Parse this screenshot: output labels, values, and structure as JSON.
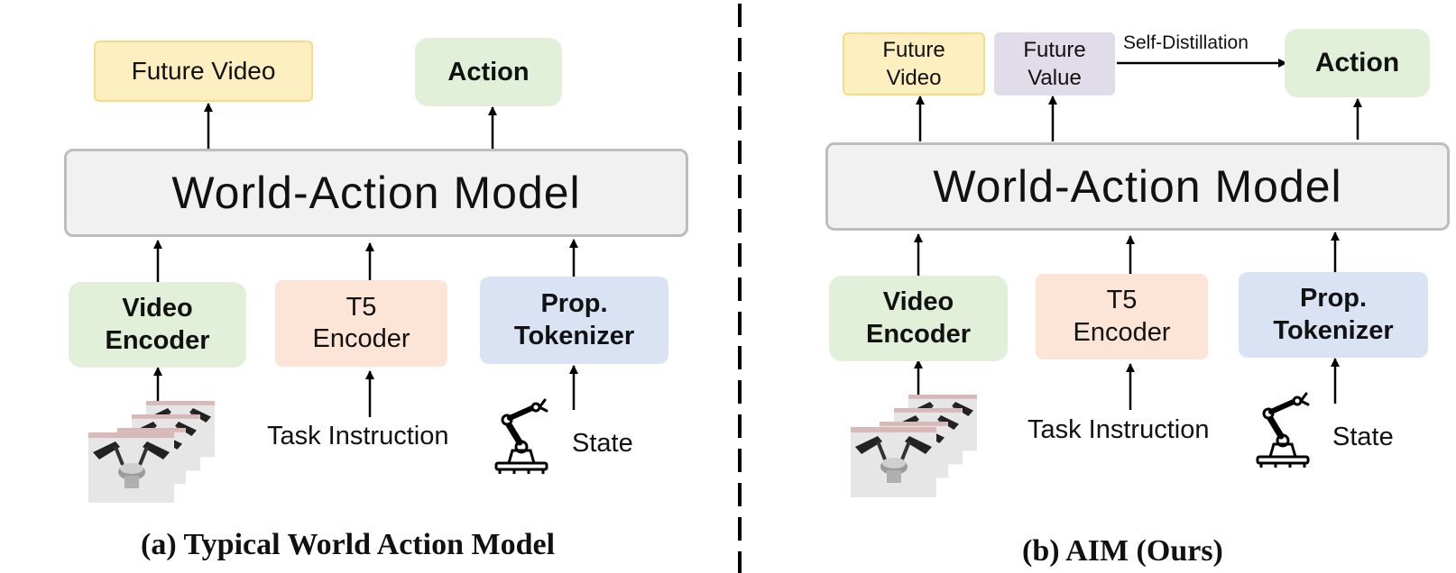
{
  "panel_a": {
    "outputs": {
      "future_video": "Future Video",
      "action": "Action"
    },
    "model": "World-Action Model",
    "encoders": {
      "video": "Video\nEncoder",
      "t5": "T5\nEncoder",
      "prop": "Prop.\nTokenizer"
    },
    "inputs": {
      "task": "Task Instruction",
      "state": "State"
    },
    "caption": "(a) Typical World Action Model"
  },
  "panel_b": {
    "outputs": {
      "future_video": "Future\nVideo",
      "future_value": "Future\nValue",
      "action": "Action"
    },
    "distill_label": "Self-Distillation",
    "model": "World-Action Model",
    "encoders": {
      "video": "Video\nEncoder",
      "t5": "T5\nEncoder",
      "prop": "Prop.\nTokenizer"
    },
    "inputs": {
      "task": "Task Instruction",
      "state": "State"
    },
    "caption": "(b) AIM (Ours)"
  },
  "icons": [
    "video-frames-icon",
    "robot-arm-icon"
  ],
  "colors": {
    "yellow": "#fdefc0",
    "green": "#e2f0d9",
    "peach": "#fce4d6",
    "blue": "#dae3f3",
    "purple": "#e1dcea",
    "gray": "#f1f1f1"
  }
}
